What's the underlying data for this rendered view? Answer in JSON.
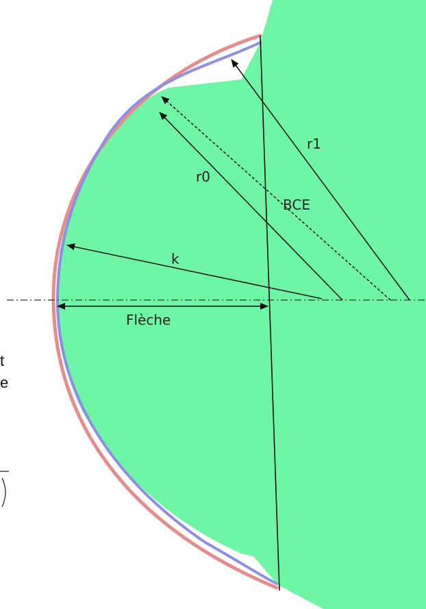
{
  "labels": {
    "r1": "r1",
    "r0": "r0",
    "bce": "BCE",
    "k": "k",
    "fleche": "Flèche"
  },
  "edge_fragments": {
    "line1": "t",
    "line2": "e"
  },
  "colors": {
    "lens_fill": "#6ff5a6",
    "red_curve": "#e58d8d",
    "blue_curve": "#8d8fe6",
    "line": "#111111"
  }
}
